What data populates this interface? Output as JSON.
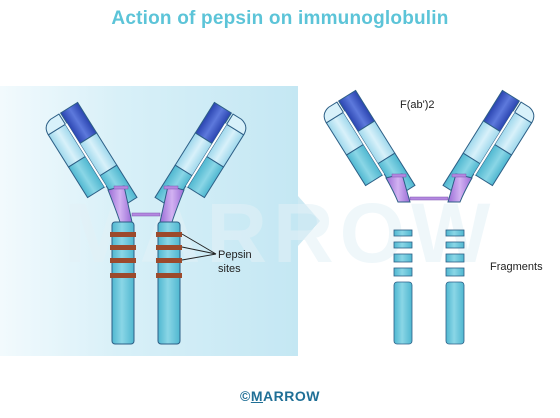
{
  "title": "Action of pepsin on immunoglobulin",
  "labels": {
    "pepsin_line1": "Pepsin",
    "pepsin_line2": "sites",
    "fab2": "F(ab')2",
    "fragments": "Fragments"
  },
  "watermark": "MARROW",
  "footer": {
    "copyright_symbol": "©",
    "brand_first": "M",
    "brand_rest": "ARROW"
  },
  "colors": {
    "title": "#5cc4d8",
    "panel": "#d3eef7",
    "dark_blue": "#3b56c4",
    "light_blue": "#b4e2f2",
    "teal": "#67c7d9",
    "hinge": "#b488e0",
    "band": "#9c4a2c"
  }
}
